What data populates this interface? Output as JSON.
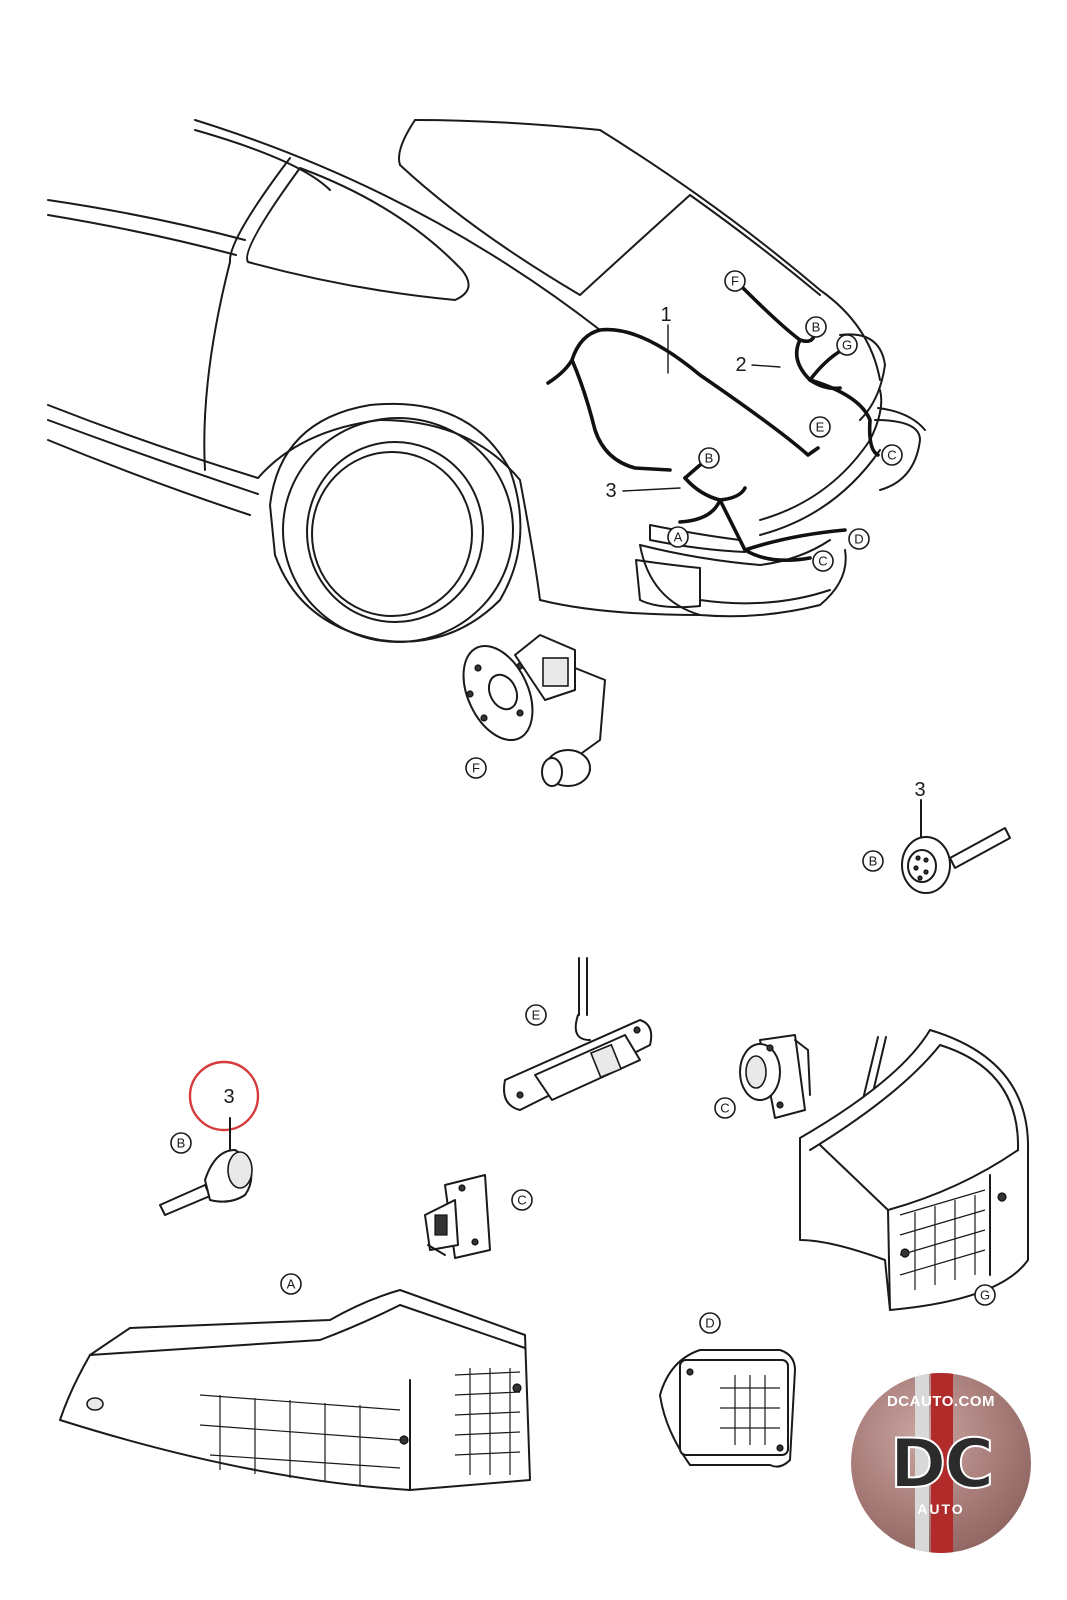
{
  "diagram": {
    "numbers": {
      "harness_1": "1",
      "harness_2": "2",
      "harness_3": "3",
      "plug_b_top": "3",
      "plug_b_highlighted": "3"
    },
    "callouts": {
      "car_F": "F",
      "car_B_top": "B",
      "car_G": "G",
      "car_E": "E",
      "car_C_right": "C",
      "car_B_mid": "B",
      "car_A": "A",
      "car_D": "D",
      "car_C_low": "C",
      "sender_F": "F",
      "plug_B_right": "B",
      "lamp_E": "E",
      "socket_C_right": "C",
      "plug_B_left": "B",
      "socket_C_mid": "C",
      "lamp_A": "A",
      "lamp_G": "G",
      "lamp_D": "D"
    },
    "highlight_color": "#d63a3a"
  },
  "logo": {
    "url_text": "DCAUTO.COM",
    "mark_text": "DC",
    "sub_text": "AUTO",
    "stripe_color": "#b22b2b"
  }
}
